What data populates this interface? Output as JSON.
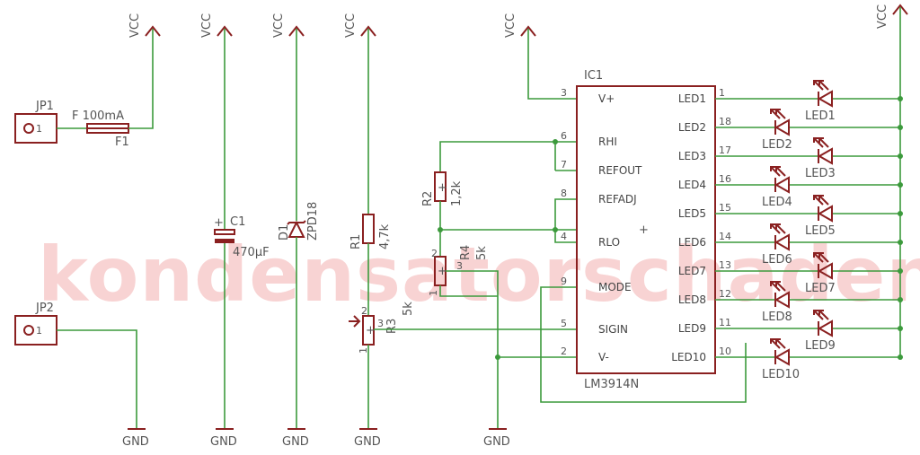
{
  "supply": {
    "vcc": "VCC",
    "gnd": "GND"
  },
  "connectors": [
    {
      "name": "JP1",
      "pin": "1"
    },
    {
      "name": "JP2",
      "pin": "1"
    }
  ],
  "fuse": {
    "name": "F1",
    "value": "F 100mA"
  },
  "capacitor": {
    "name": "C1",
    "value": "470µF",
    "polarity": "+"
  },
  "diode": {
    "name": "D1",
    "value": "ZPD18"
  },
  "resistors": [
    {
      "name": "R1",
      "value": "4,7k"
    },
    {
      "name": "R2",
      "value": "1,2k"
    }
  ],
  "potentiometers": [
    {
      "name": "R3",
      "value": "5k",
      "pins": [
        "1",
        "2",
        "3"
      ]
    },
    {
      "name": "R4",
      "value": "5k",
      "pins": [
        "1",
        "2",
        "3"
      ]
    }
  ],
  "ic": {
    "ref": "IC1",
    "part": "LM3914N",
    "marker": "+",
    "left_pins": [
      {
        "num": "3",
        "name": "V+"
      },
      {
        "num": "6",
        "name": "RHI"
      },
      {
        "num": "7",
        "name": "REFOUT"
      },
      {
        "num": "8",
        "name": "REFADJ"
      },
      {
        "num": "4",
        "name": "RLO"
      },
      {
        "num": "9",
        "name": "MODE"
      },
      {
        "num": "5",
        "name": "SIGIN"
      },
      {
        "num": "2",
        "name": "V-"
      }
    ],
    "right_pins": [
      {
        "num": "1",
        "name": "LED1"
      },
      {
        "num": "18",
        "name": "LED2"
      },
      {
        "num": "17",
        "name": "LED3"
      },
      {
        "num": "16",
        "name": "LED4"
      },
      {
        "num": "15",
        "name": "LED5"
      },
      {
        "num": "14",
        "name": "LED6"
      },
      {
        "num": "13",
        "name": "LED7"
      },
      {
        "num": "12",
        "name": "LED8"
      },
      {
        "num": "11",
        "name": "LED9"
      },
      {
        "num": "10",
        "name": "LED10"
      }
    ]
  },
  "leds": [
    "LED1",
    "LED2",
    "LED3",
    "LED4",
    "LED5",
    "LED6",
    "LED7",
    "LED8",
    "LED9",
    "LED10"
  ],
  "watermark": "kondensatorschaden"
}
